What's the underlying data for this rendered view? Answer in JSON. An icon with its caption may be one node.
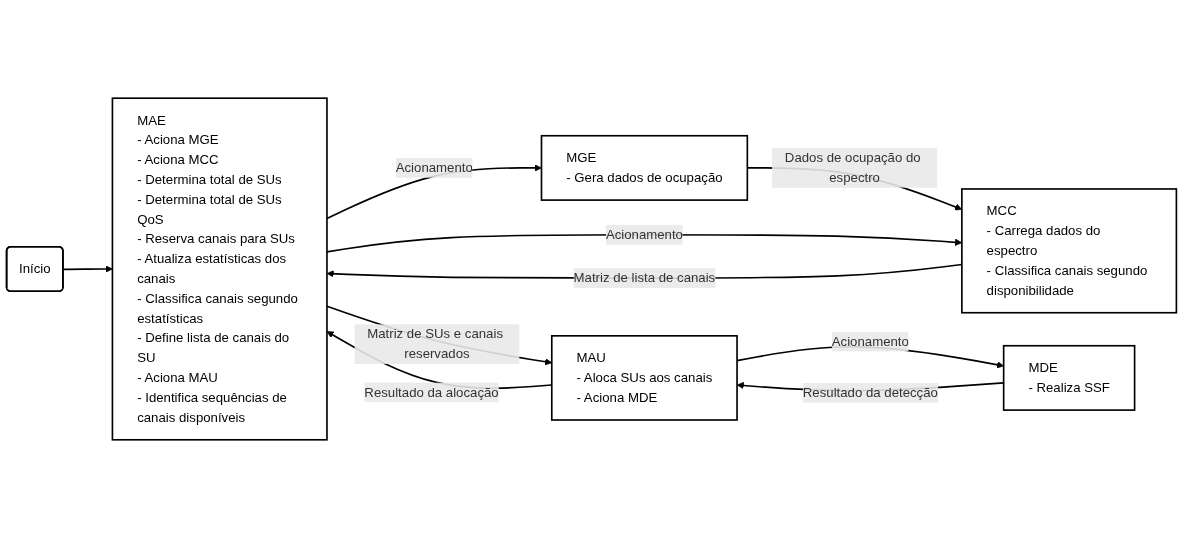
{
  "diagram": {
    "nodes": [
      {
        "text": [
          "Início"
        ]
      },
      {
        "text": [
          "MDE",
          "- Realiza SSF"
        ]
      },
      {
        "text": [
          "MAE",
          "- Aciona MGE",
          "- Aciona MCC",
          "- Determina total de SUs",
          "- Determina total de SUs QoS",
          "- Reserva canais para SUs",
          "- Atualiza estatísticas dos canais",
          "- Classifica canais segundo estatísticas",
          "- Define lista de canais do SU",
          "- Aciona MAU",
          "- Identifica sequências de canais disponíveis"
        ]
      },
      {
        "text": [
          "MGE",
          "- Gera dados de ocupação"
        ]
      },
      {
        "text": [
          "MAU",
          "- Aloca SUs aos canais",
          "- Aciona MDE"
        ]
      },
      {
        "text": [
          "MCC",
          "- Carrega dados do espectro",
          "- Classifica canais segundo disponibilidade"
        ]
      }
    ],
    "edges": [
      {
        "from": 0,
        "to": 2,
        "arrow": "to"
      },
      {
        "from": 2,
        "to": 3,
        "arrow": "to",
        "label": "Acionamento"
      },
      {
        "from": 3,
        "to": 5,
        "arrow": "to",
        "label": "Dados de ocupação do espectro"
      },
      {
        "from": 2,
        "to": 5,
        "arrow": "to",
        "label": "Acionamento"
      },
      {
        "from": 5,
        "to": 2,
        "arrow": "to",
        "label": "Matriz de lista de canais"
      },
      {
        "from": 4,
        "to": 2,
        "arrow": "to",
        "label": "Resultado da alocação"
      },
      {
        "from": 2,
        "to": 4,
        "arrow": "to",
        "label": "Matriz de SUs e canais reservados"
      },
      {
        "from": 4,
        "to": 1,
        "arrow": "to",
        "label": "Acionamento"
      },
      {
        "from": 1,
        "to": 4,
        "arrow": "to",
        "label": "Resultado da detecção"
      }
    ]
  }
}
